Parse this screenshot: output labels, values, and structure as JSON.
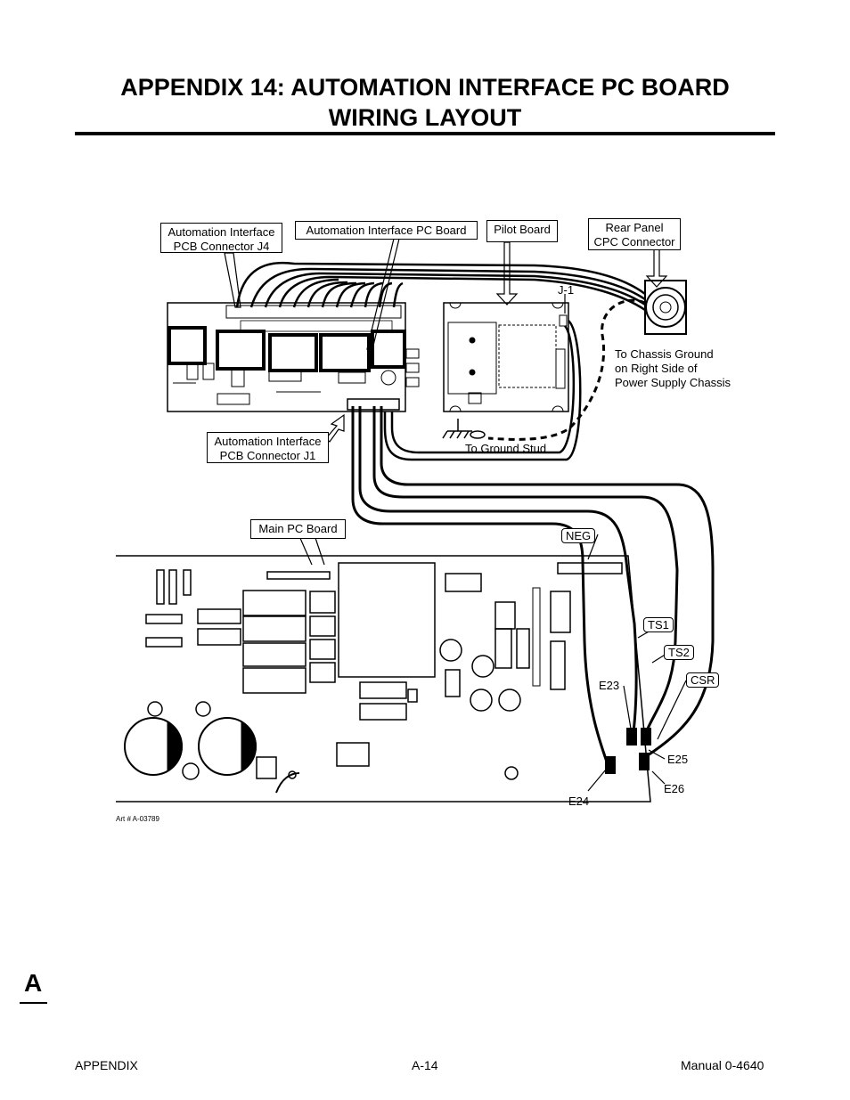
{
  "header": {
    "title_line1": "APPENDIX 14:  AUTOMATION INTERFACE PC BOARD",
    "title_line2": "WIRING LAYOUT"
  },
  "callouts": {
    "j4_line1": "Automation Interface",
    "j4_line2": "PCB Connector J4",
    "aipcb": "Automation Interface PC Board",
    "pilot": "Pilot Board",
    "cpc_line1": "Rear Panel",
    "cpc_line2": "CPC Connector",
    "j1_line1": "Automation Interface",
    "j1_line2": "PCB Connector J1",
    "main": "Main PC Board"
  },
  "notes": {
    "j1_tag": "J-1",
    "chassis_line1": "To Chassis Ground",
    "chassis_line2": "on Right Side of",
    "chassis_line3": "Power Supply Chassis",
    "ground_stud": "To Ground Stud"
  },
  "wire_tags": {
    "neg": "NEG",
    "ts1": "TS1",
    "ts2": "TS2",
    "csr": "CSR",
    "e23": "E23",
    "e24": "E24",
    "e25": "E25",
    "e26": "E26"
  },
  "art_number": "Art # A-03789",
  "footer": {
    "left": "APPENDIX",
    "center": "A-14",
    "right": "Manual 0-4640"
  },
  "side_tab": "A",
  "colors": {
    "ink": "#000000",
    "paper": "#ffffff"
  }
}
